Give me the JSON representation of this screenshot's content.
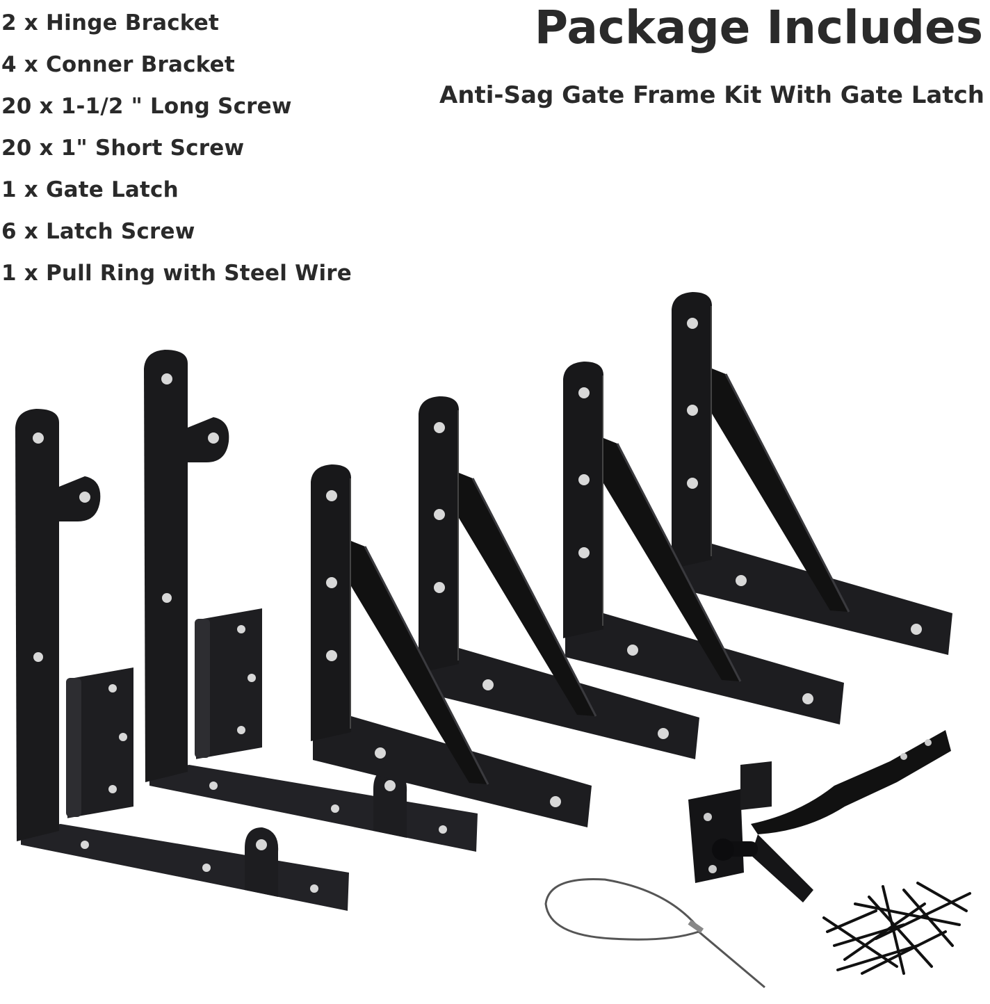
{
  "header": {
    "title": "Package Includes",
    "subtitle": "Anti-Sag Gate Frame Kit With Gate Latch"
  },
  "package_items": [
    "2 x Hinge Bracket",
    "4 x Conner Bracket",
    "20 x 1-1/2 \" Long Screw",
    "20 x 1\" Short Screw",
    "1 x Gate Latch",
    "6 x Latch Screw",
    "1 x Pull Ring with Steel Wire"
  ],
  "colors": {
    "text": "#2a2a2a",
    "metal": "#1b1b1d",
    "highlight": "#3a3a3e",
    "background": "#ffffff"
  }
}
